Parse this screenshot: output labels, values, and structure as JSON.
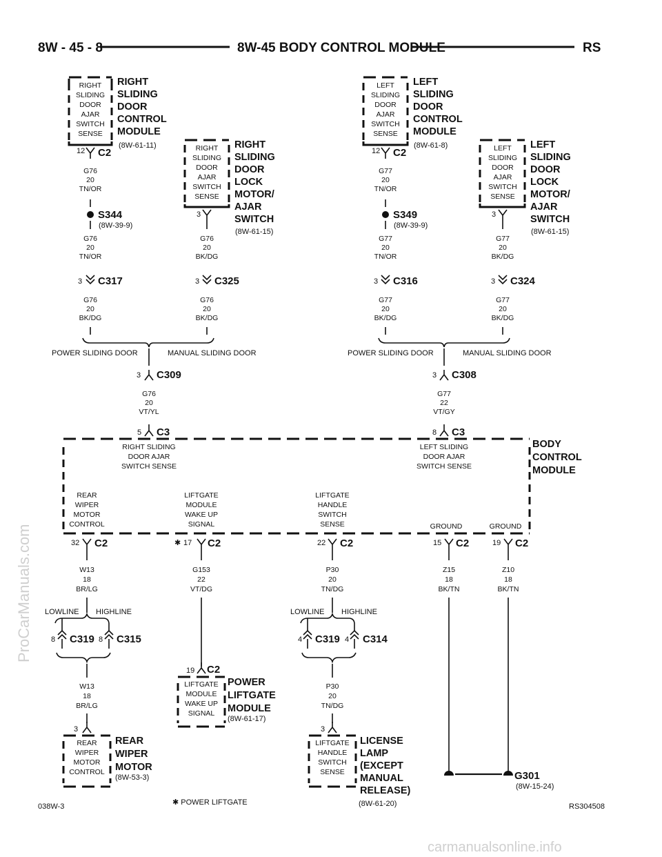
{
  "header": {
    "left": "8W - 45 - 8",
    "title": "8W-45 BODY CONTROL MODULE",
    "right": "RS"
  },
  "watermark_left": "ProCarManuals.com",
  "watermark_bottom": "carmanualsonline.info",
  "footer": {
    "left": "038W-3",
    "note": "✱ POWER LIFTGATE",
    "ref": "(8W-61-20)",
    "right": "RS304508"
  },
  "comp_rsdcm": {
    "lines": [
      "RIGHT",
      "SLIDING",
      "DOOR",
      "AJAR",
      "SWITCH",
      "SENSE"
    ],
    "name": [
      "RIGHT",
      "SLIDING",
      "DOOR",
      "CONTROL",
      "MODULE"
    ],
    "ref": "(8W-61-11)",
    "pin": "12",
    "conn": "C2"
  },
  "comp_rsdlm": {
    "lines": [
      "RIGHT",
      "SLIDING",
      "DOOR",
      "AJAR",
      "SWITCH",
      "SENSE"
    ],
    "name": [
      "RIGHT",
      "SLIDING",
      "DOOR",
      "LOCK",
      "MOTOR/",
      "AJAR",
      "SWITCH"
    ],
    "ref": "(8W-61-15)",
    "pin": "3"
  },
  "comp_lsdcm": {
    "lines": [
      "LEFT",
      "SLIDING",
      "DOOR",
      "AJAR",
      "SWITCH",
      "SENSE"
    ],
    "name": [
      "LEFT",
      "SLIDING",
      "DOOR",
      "CONTROL",
      "MODULE"
    ],
    "ref": "(8W-61-8)",
    "pin": "12",
    "conn": "C2"
  },
  "comp_lsdlm": {
    "lines": [
      "LEFT",
      "SLIDING",
      "DOOR",
      "AJAR",
      "SWITCH",
      "SENSE"
    ],
    "name": [
      "LEFT",
      "SLIDING",
      "DOOR",
      "LOCK",
      "MOTOR/",
      "AJAR",
      "SWITCH"
    ],
    "ref": "(8W-61-15)",
    "pin": "3"
  },
  "wires": {
    "g76_tnor_a": [
      "G76",
      "20",
      "TN/OR"
    ],
    "g76_tnor_b": [
      "G76",
      "20",
      "TN/OR"
    ],
    "g76_bkdg_lock": [
      "G76",
      "20",
      "BK/DG"
    ],
    "g76_bkdg_a": [
      "G76",
      "20",
      "BK/DG"
    ],
    "g76_bkdg_b": [
      "G76",
      "20",
      "BK/DG"
    ],
    "g76_vtyl": [
      "G76",
      "20",
      "VT/YL"
    ],
    "g77_tnor_a": [
      "G77",
      "20",
      "TN/OR"
    ],
    "g77_tnor_b": [
      "G77",
      "20",
      "TN/OR"
    ],
    "g77_bkdg_lock": [
      "G77",
      "20",
      "BK/DG"
    ],
    "g77_bkdg_a": [
      "G77",
      "20",
      "BK/DG"
    ],
    "g77_bkdg_b": [
      "G77",
      "20",
      "BK/DG"
    ],
    "g77_vtgy": [
      "G77",
      "22",
      "VT/GY"
    ],
    "w13_a": [
      "W13",
      "18",
      "BR/LG"
    ],
    "w13_b": [
      "W13",
      "18",
      "BR/LG"
    ],
    "g153": [
      "G153",
      "22",
      "VT/DG"
    ],
    "p30_a": [
      "P30",
      "20",
      "TN/DG"
    ],
    "p30_b": [
      "P30",
      "20",
      "TN/DG"
    ],
    "z15": [
      "Z15",
      "18",
      "BK/TN"
    ],
    "z10": [
      "Z10",
      "18",
      "BK/TN"
    ]
  },
  "splices": {
    "s344": "S344",
    "s344_ref": "(8W-39-9)",
    "s349": "S349",
    "s349_ref": "(8W-39-9)"
  },
  "connectors": {
    "c317": "C317",
    "c325": "C325",
    "c316": "C316",
    "c324": "C324",
    "c309": "C309",
    "c308": "C308",
    "c3": "C3",
    "c2": "C2",
    "c319": "C319",
    "c315": "C315",
    "c314": "C314"
  },
  "pins": {
    "p3": "3",
    "p5": "5",
    "p8": "8",
    "p32": "32",
    "p17": "17",
    "p22": "22",
    "p15": "15",
    "p19": "19",
    "p4": "4",
    "star": "✱"
  },
  "options": {
    "power_sliding": "POWER SLIDING DOOR",
    "manual_sliding": "MANUAL SLIDING DOOR",
    "lowline": "LOWLINE",
    "highline": "HIGHLINE"
  },
  "bcm": {
    "name": [
      "BODY",
      "CONTROL",
      "MODULE"
    ],
    "rs_sense": [
      "RIGHT SLIDING",
      "DOOR AJAR",
      "SWITCH SENSE"
    ],
    "ls_sense": [
      "LEFT SLIDING",
      "DOOR AJAR",
      "SWITCH SENSE"
    ],
    "rear_wiper": [
      "REAR",
      "WIPER",
      "MOTOR",
      "CONTROL"
    ],
    "lg_wake": [
      "LIFTGATE",
      "MODULE",
      "WAKE UP",
      "SIGNAL"
    ],
    "lg_handle": [
      "LIFTGATE",
      "HANDLE",
      "SWITCH",
      "SENSE"
    ],
    "ground": "GROUND"
  },
  "plgm": {
    "lines": [
      "LIFTGATE",
      "MODULE",
      "WAKE UP",
      "SIGNAL"
    ],
    "name": [
      "POWER",
      "LIFTGATE",
      "MODULE"
    ],
    "ref": "(8W-61-17)",
    "pin": "19",
    "conn": "C2"
  },
  "rwm": {
    "lines": [
      "REAR",
      "WIPER",
      "MOTOR",
      "CONTROL"
    ],
    "name": [
      "REAR",
      "WIPER",
      "MOTOR"
    ],
    "ref": "(8W-53-3)",
    "pin": "3"
  },
  "lamp": {
    "lines": [
      "LIFTGATE",
      "HANDLE",
      "SWITCH",
      "SENSE"
    ],
    "name": [
      "LICENSE",
      "LAMP",
      "(EXCEPT",
      "MANUAL",
      "RELEASE)"
    ],
    "pin": "3"
  },
  "ground_pt": {
    "name": "G301",
    "ref": "(8W-15-24)"
  }
}
